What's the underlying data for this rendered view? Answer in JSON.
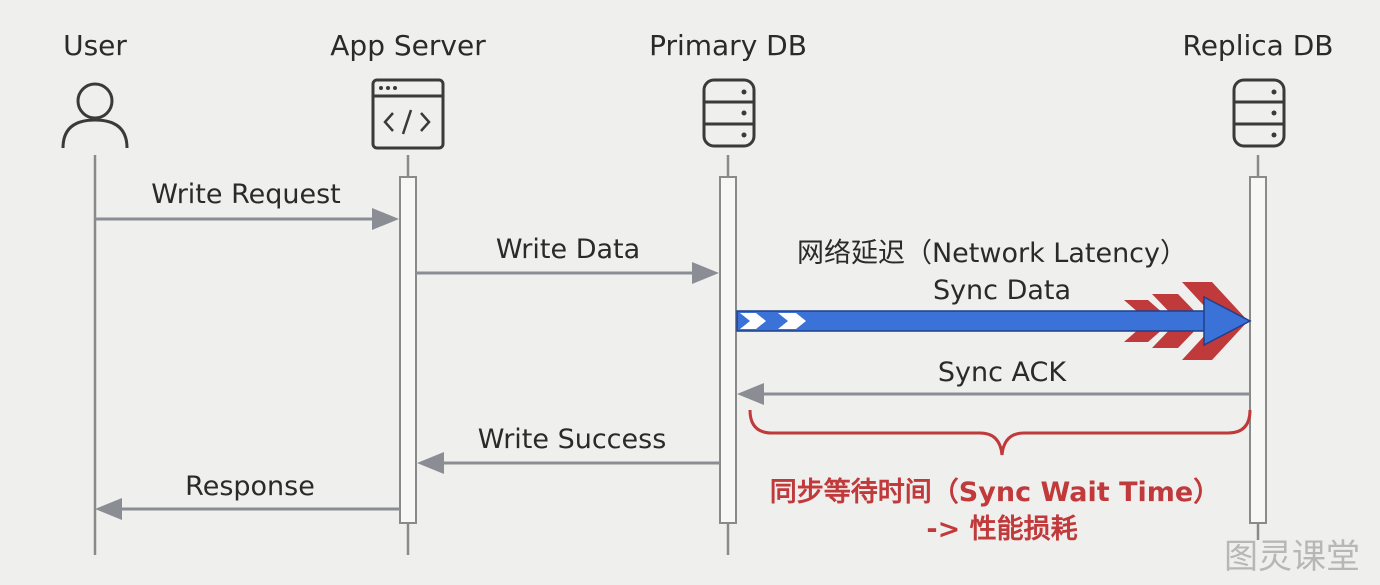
{
  "participants": {
    "user": "User",
    "app_server": "App Server",
    "primary_db": "Primary DB",
    "replica_db": "Replica DB"
  },
  "messages": {
    "write_request": "Write Request",
    "write_data": "Write Data",
    "network_latency": "网络延迟（Network Latency）",
    "sync_data": "Sync Data",
    "sync_ack": "Sync ACK",
    "write_success": "Write Success",
    "response": "Response"
  },
  "annotation": {
    "line1": "同步等待时间（Sync Wait Time）",
    "line2": "-> 性能损耗"
  },
  "watermark": "图灵课堂",
  "colors": {
    "background": "#efefed",
    "lifeline": "#8a8a8a",
    "arrow": "#8a8d93",
    "sync_blue": "#3a72d8",
    "sync_red": "#c0393b",
    "annotation_red": "#c0393b"
  }
}
